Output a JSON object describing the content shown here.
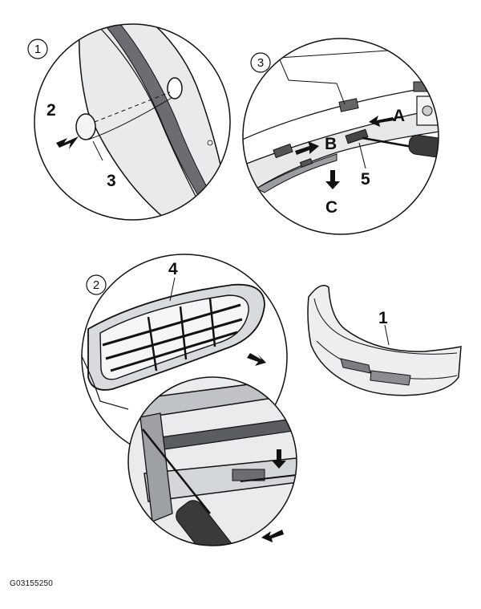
{
  "detail_numbers": {
    "top_left": "1",
    "top_right": "3",
    "bottom_left": "2"
  },
  "labels": {
    "cap": "2",
    "lanyard": "3",
    "grille": "4",
    "clip": "5",
    "direction_a": "A",
    "direction_b": "B",
    "direction_c": "C",
    "bumper": "1"
  },
  "figure_id": "G03155250",
  "colors": {
    "line": "#111111",
    "panel": "#e4e6e8",
    "panel_shade": "#c9ccd0",
    "handle": "#3a3a3a"
  }
}
